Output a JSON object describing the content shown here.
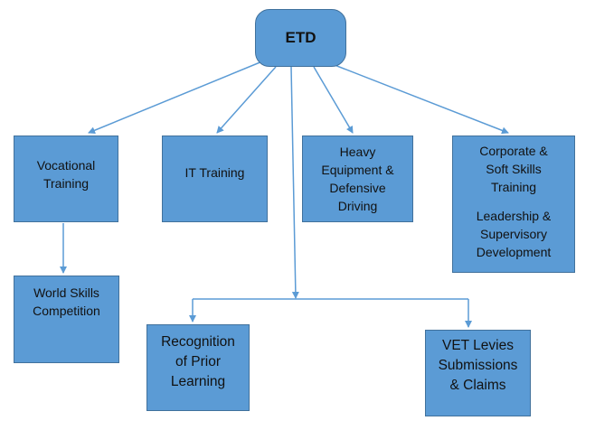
{
  "root": {
    "label": "ETD"
  },
  "boxes": {
    "vocational": {
      "line1": "Vocational",
      "line2": "Training"
    },
    "it": {
      "line1": "IT Training"
    },
    "heavy": {
      "line1": "Heavy",
      "line2": "Equipment &",
      "line3": "Defensive",
      "line4": "Driving"
    },
    "corporate": {
      "line1": "Corporate &",
      "line2": "Soft Skills",
      "line3": "Training",
      "line4": "Leadership &",
      "line5": "Supervisory",
      "line6": "Development"
    },
    "world_skills": {
      "line1": "World Skills",
      "line2": "Competition"
    },
    "rpl": {
      "line1": "Recognition",
      "line2": "of Prior",
      "line3": "Learning"
    },
    "vet": {
      "line1": "VET Levies",
      "line2": "Submissions",
      "line3": "& Claims"
    }
  },
  "colors": {
    "box_fill": "#5b9bd5",
    "box_border": "#41719c",
    "connector": "#5b9bd5"
  }
}
